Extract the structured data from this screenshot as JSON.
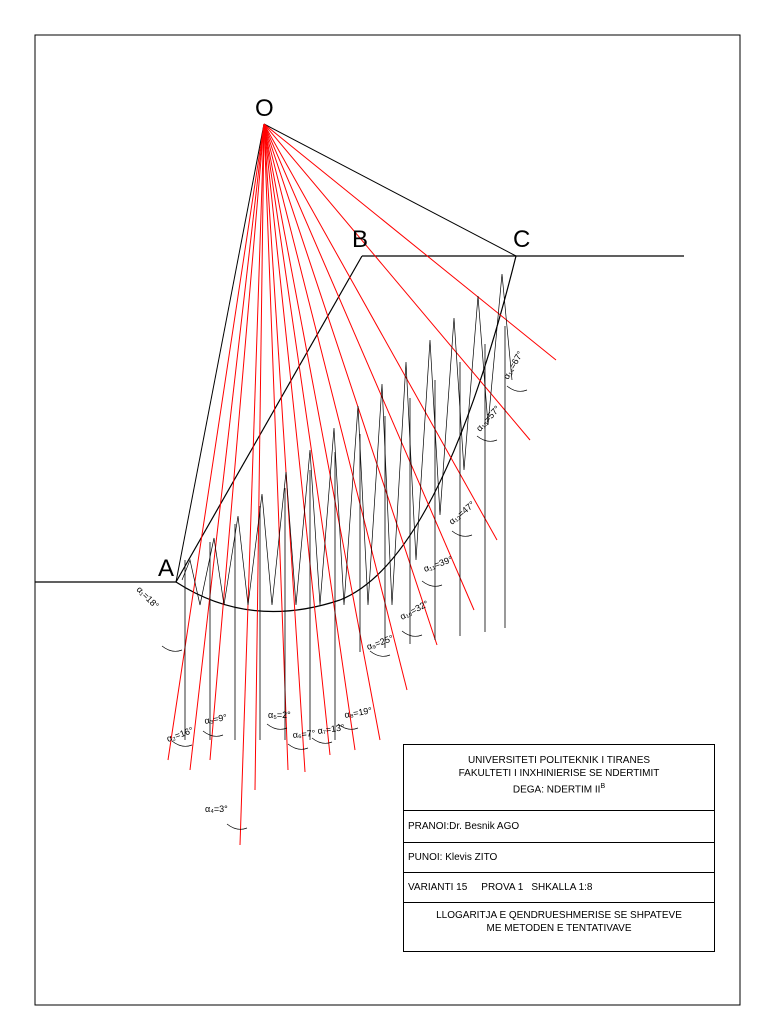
{
  "points": {
    "O": "O",
    "A": "A",
    "B": "B",
    "C": "C"
  },
  "angles": [
    "α₁=18°",
    "α₂=16°",
    "α₃=9°",
    "α₄=3°",
    "α₅=2°",
    "α₆=7°",
    "α₇=13°",
    "α₈=19°",
    "α₉=25°",
    "α₁₀=32°",
    "α₁₁=39°",
    "α₁₂=47°",
    "α₁₃=57°",
    "α₁₄=67°"
  ],
  "title_block": {
    "university": "UNIVERSITETI POLITEKNIK I TIRANES",
    "faculty": "FAKULTETI I INXHINIERISE SE NDERTIMIT",
    "branch": "DEGA: NDERTIM II",
    "branch_sup": "B",
    "pranoi": "PRANOI:Dr. Besnik AGO",
    "punoi": "PUNOI: Klevis ZITO",
    "varianti": "VARIANTI 15",
    "prova": "PROVA 1",
    "shkalla": "SHKALLA 1:8",
    "title": "LLOGARITJA E QENDRUESHMERISE SE SHPATEVE ME METODEN E TENTATIVAVE"
  },
  "colors": {
    "construction_lines": "#ff0000",
    "geometry_lines": "#000000"
  }
}
